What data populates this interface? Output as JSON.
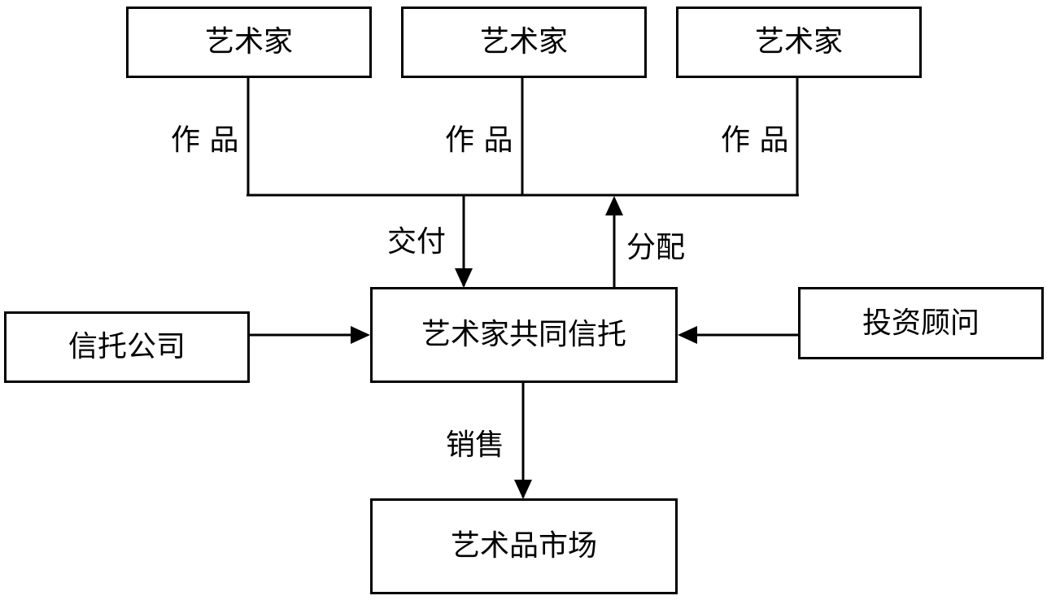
{
  "nodes": {
    "artist_1": "艺术家",
    "artist_2": "艺术家",
    "artist_3": "艺术家",
    "joint_trust": "艺术家共同信托",
    "trust_company": "信托公司",
    "investment_advisor": "投资顾问",
    "art_market": "艺术品市场"
  },
  "edges": {
    "work_1": "作 品",
    "work_2": "作 品",
    "work_3": "作 品",
    "deliver": "交付",
    "distribute": "分配",
    "sell": "销售"
  },
  "colors": {
    "line": "#000000",
    "box_border": "#000000",
    "background": "#ffffff"
  }
}
